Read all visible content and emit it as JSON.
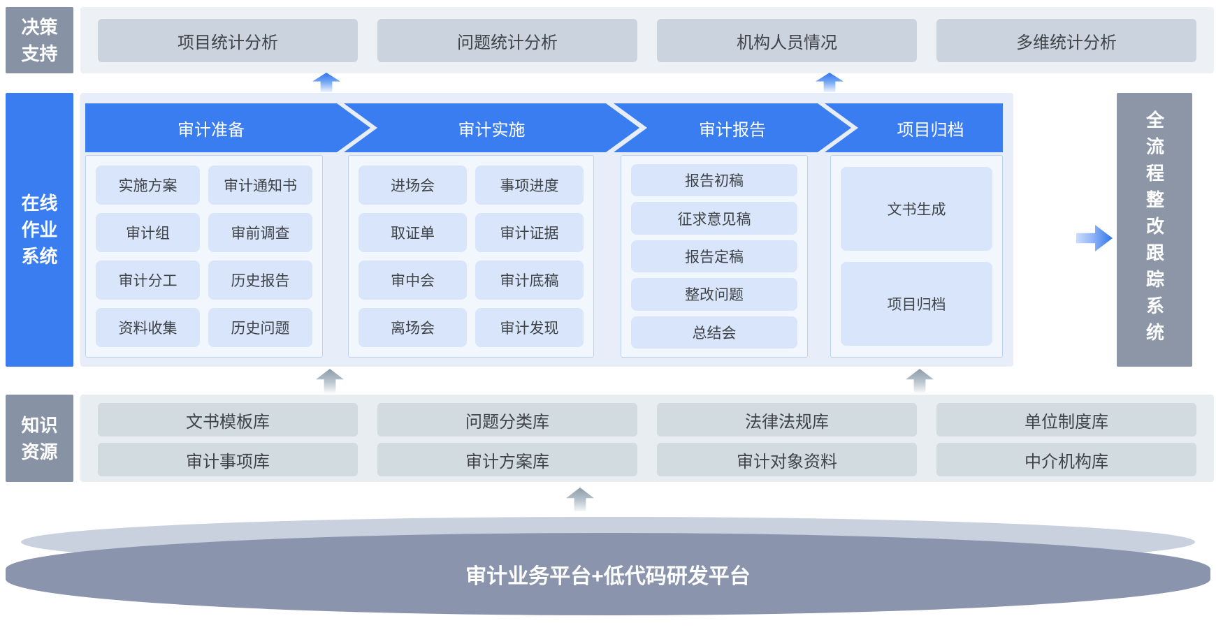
{
  "decision_support": {
    "label": "决策支持",
    "items": [
      "项目统计分析",
      "问题统计分析",
      "机构人员情况",
      "多维统计分析"
    ]
  },
  "online_system": {
    "label": "在线作业系统",
    "stages": [
      {
        "title": "审计准备",
        "items": [
          "实施方案",
          "审计通知书",
          "审计组",
          "审前调查",
          "审计分工",
          "历史报告",
          "资料收集",
          "历史问题"
        ]
      },
      {
        "title": "审计实施",
        "items": [
          "进场会",
          "事项进度",
          "取证单",
          "审计证据",
          "审中会",
          "审计底稿",
          "离场会",
          "审计发现"
        ]
      },
      {
        "title": "审计报告",
        "items": [
          "报告初稿",
          "征求意见稿",
          "报告定稿",
          "整改问题",
          "总结会"
        ]
      },
      {
        "title": "项目归档",
        "items": [
          "文书生成",
          "项目归档"
        ]
      }
    ]
  },
  "tracking_system": {
    "label": "全流程整改跟踪系统"
  },
  "knowledge": {
    "label": "知识资源",
    "row1": [
      "文书模板库",
      "问题分类库",
      "法律法规库",
      "单位制度库"
    ],
    "row2": [
      "审计事项库",
      "审计方案库",
      "审计对象资料",
      "中介机构库"
    ]
  },
  "platform": {
    "label": "审计业务平台+低代码研发平台"
  },
  "colors": {
    "blue": "#3A7DF0",
    "panel-bg": "#E8EEF9",
    "container-bg": "#F2F6FD",
    "container-border": "#BCD2F1",
    "item-bg": "#D8E5FB",
    "gray-label": "#8793A5",
    "top-strip": "#EDF0F4",
    "top-box": "#CBD3DF",
    "knowledge-strip": "#E7EDF0",
    "knowledge-box": "#D2DBE0",
    "side-bar": "#8C96A6",
    "platform-top": "#C9D1DE",
    "platform-body": "#8A95AD",
    "text-dark": "#3F4347"
  }
}
